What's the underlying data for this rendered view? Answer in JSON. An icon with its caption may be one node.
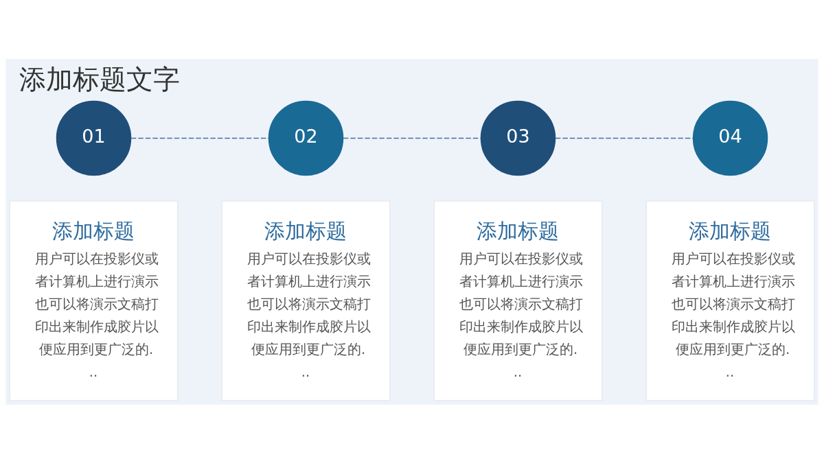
{
  "diagram": {
    "title": "添加标题文字",
    "nodes": [
      {
        "text": [
          "01"
        ]
      },
      {
        "text": [
          "02"
        ]
      },
      {
        "text": [
          "03"
        ]
      },
      {
        "text": [
          "04"
        ]
      },
      {
        "text": [
          "添加标题",
          "用户可以在投影仪或者计算机上进行演示也可以将演示文稿打印出来制作成胶片以便应用到更广泛的..."
        ]
      },
      {
        "text": [
          "添加标题",
          "用户可以在投影仪或者计算机上进行演示也可以将演示文稿打印出来制作成胶片以便应用到更广泛的..."
        ]
      },
      {
        "text": [
          "添加标题",
          "用户可以在投影仪或者计算机上进行演示也可以将演示文稿打印出来制作成胶片以便应用到更广泛的..."
        ]
      },
      {
        "text": [
          "添加标题",
          "用户可以在投影仪或者计算机上进行演示也可以将演示文稿打印出来制作成胶片以便应用到更广泛的..."
        ]
      }
    ],
    "edges": [
      {
        "from": 0,
        "to": 1,
        "arrow": "none",
        "style": "dashed"
      },
      {
        "from": 1,
        "to": 2,
        "arrow": "none",
        "style": "dashed"
      },
      {
        "from": 2,
        "to": 3,
        "arrow": "none",
        "style": "dashed"
      }
    ]
  }
}
